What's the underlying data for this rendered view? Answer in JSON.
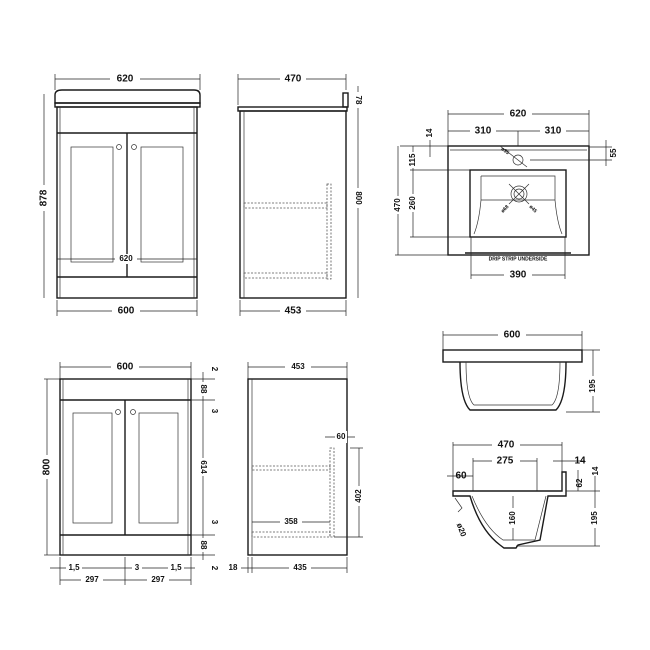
{
  "front_top": {
    "width_top": "620",
    "height_total": "878",
    "inner_width": "620",
    "width_base": "600"
  },
  "side_top": {
    "depth_top": "470",
    "upstand": "78",
    "height": "800",
    "depth_base": "453"
  },
  "basin_plan": {
    "width": "620",
    "half_left": "310",
    "half_right": "310",
    "edge": "14",
    "to_bowl": "115",
    "bowl_depth": "260",
    "depth": "470",
    "tap_offset": "55",
    "tap_hole": "ø35",
    "waste_1": "ø68",
    "waste_2": "ø45",
    "drip_strip": "DRIP STRIP UNDERSIDE",
    "bowl_width": "390"
  },
  "basin_front": {
    "width": "600",
    "height": "195"
  },
  "basin_section": {
    "depth": "470",
    "bowl": "275",
    "lip": "14",
    "front": "60",
    "upstand": "62",
    "thickness": "14",
    "height": "195",
    "bowl_depth": "160",
    "overflow": "ø20"
  },
  "front_bottom": {
    "width": "600",
    "height": "800",
    "top_gap": "2",
    "top_rail": "88",
    "gap_top": "3",
    "door_height": "614",
    "gap_bottom": "3",
    "plinth": "88",
    "bottom_gap": "2",
    "side_gap_left": "1,5",
    "centre_gap": "3",
    "side_gap_right": "1,5",
    "door_left": "297",
    "door_right": "297"
  },
  "side_bottom": {
    "depth": "453",
    "drawer_gap": "60",
    "drawer_height": "402",
    "drawer_depth": "358",
    "door_thickness": "18",
    "carcass_depth": "435"
  }
}
